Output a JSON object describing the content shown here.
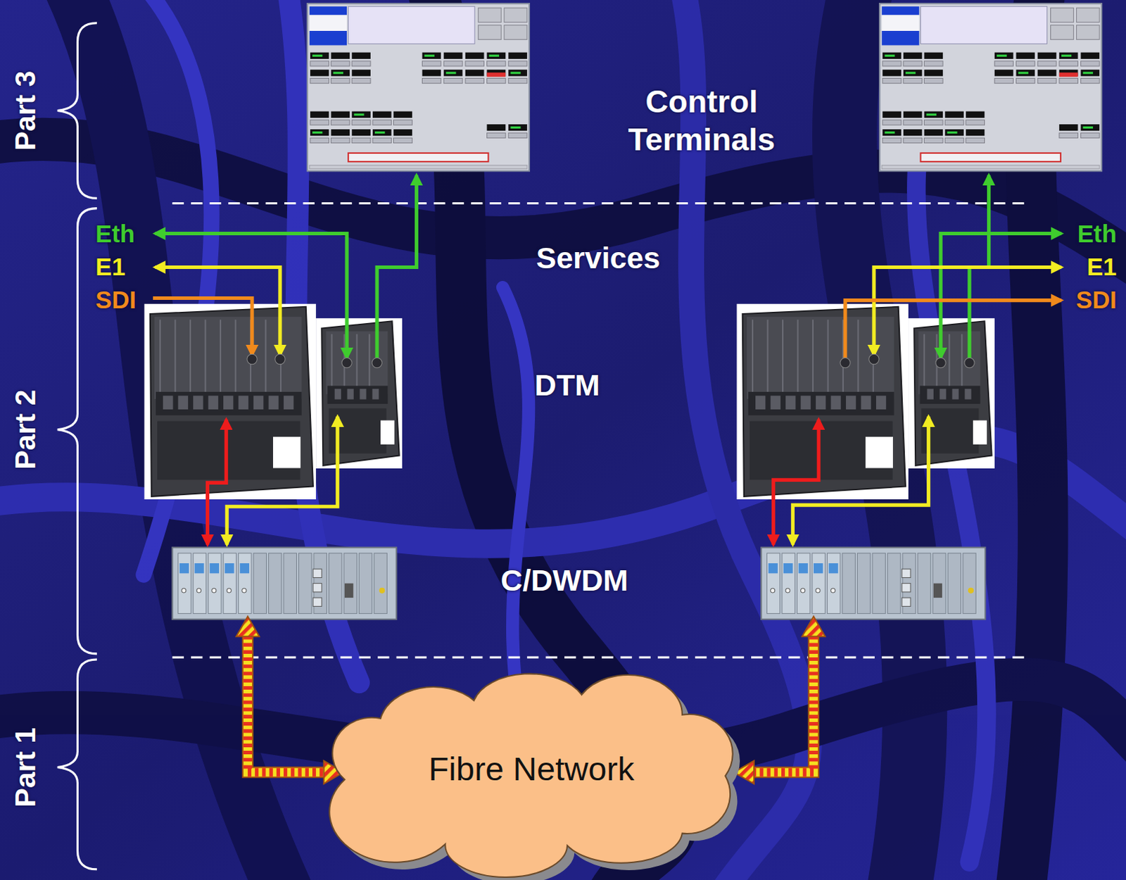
{
  "diagram": {
    "nodes": [
      {
        "text": [
          "Fibre Network"
        ]
      }
    ],
    "labels": [
      "Part 3",
      "Part 2",
      "Part 1",
      "Control Terminals",
      "Services",
      "DTM",
      "C/DWDM",
      "Eth",
      "E1",
      "SDI",
      "Eth",
      "E1",
      "SDI"
    ]
  }
}
